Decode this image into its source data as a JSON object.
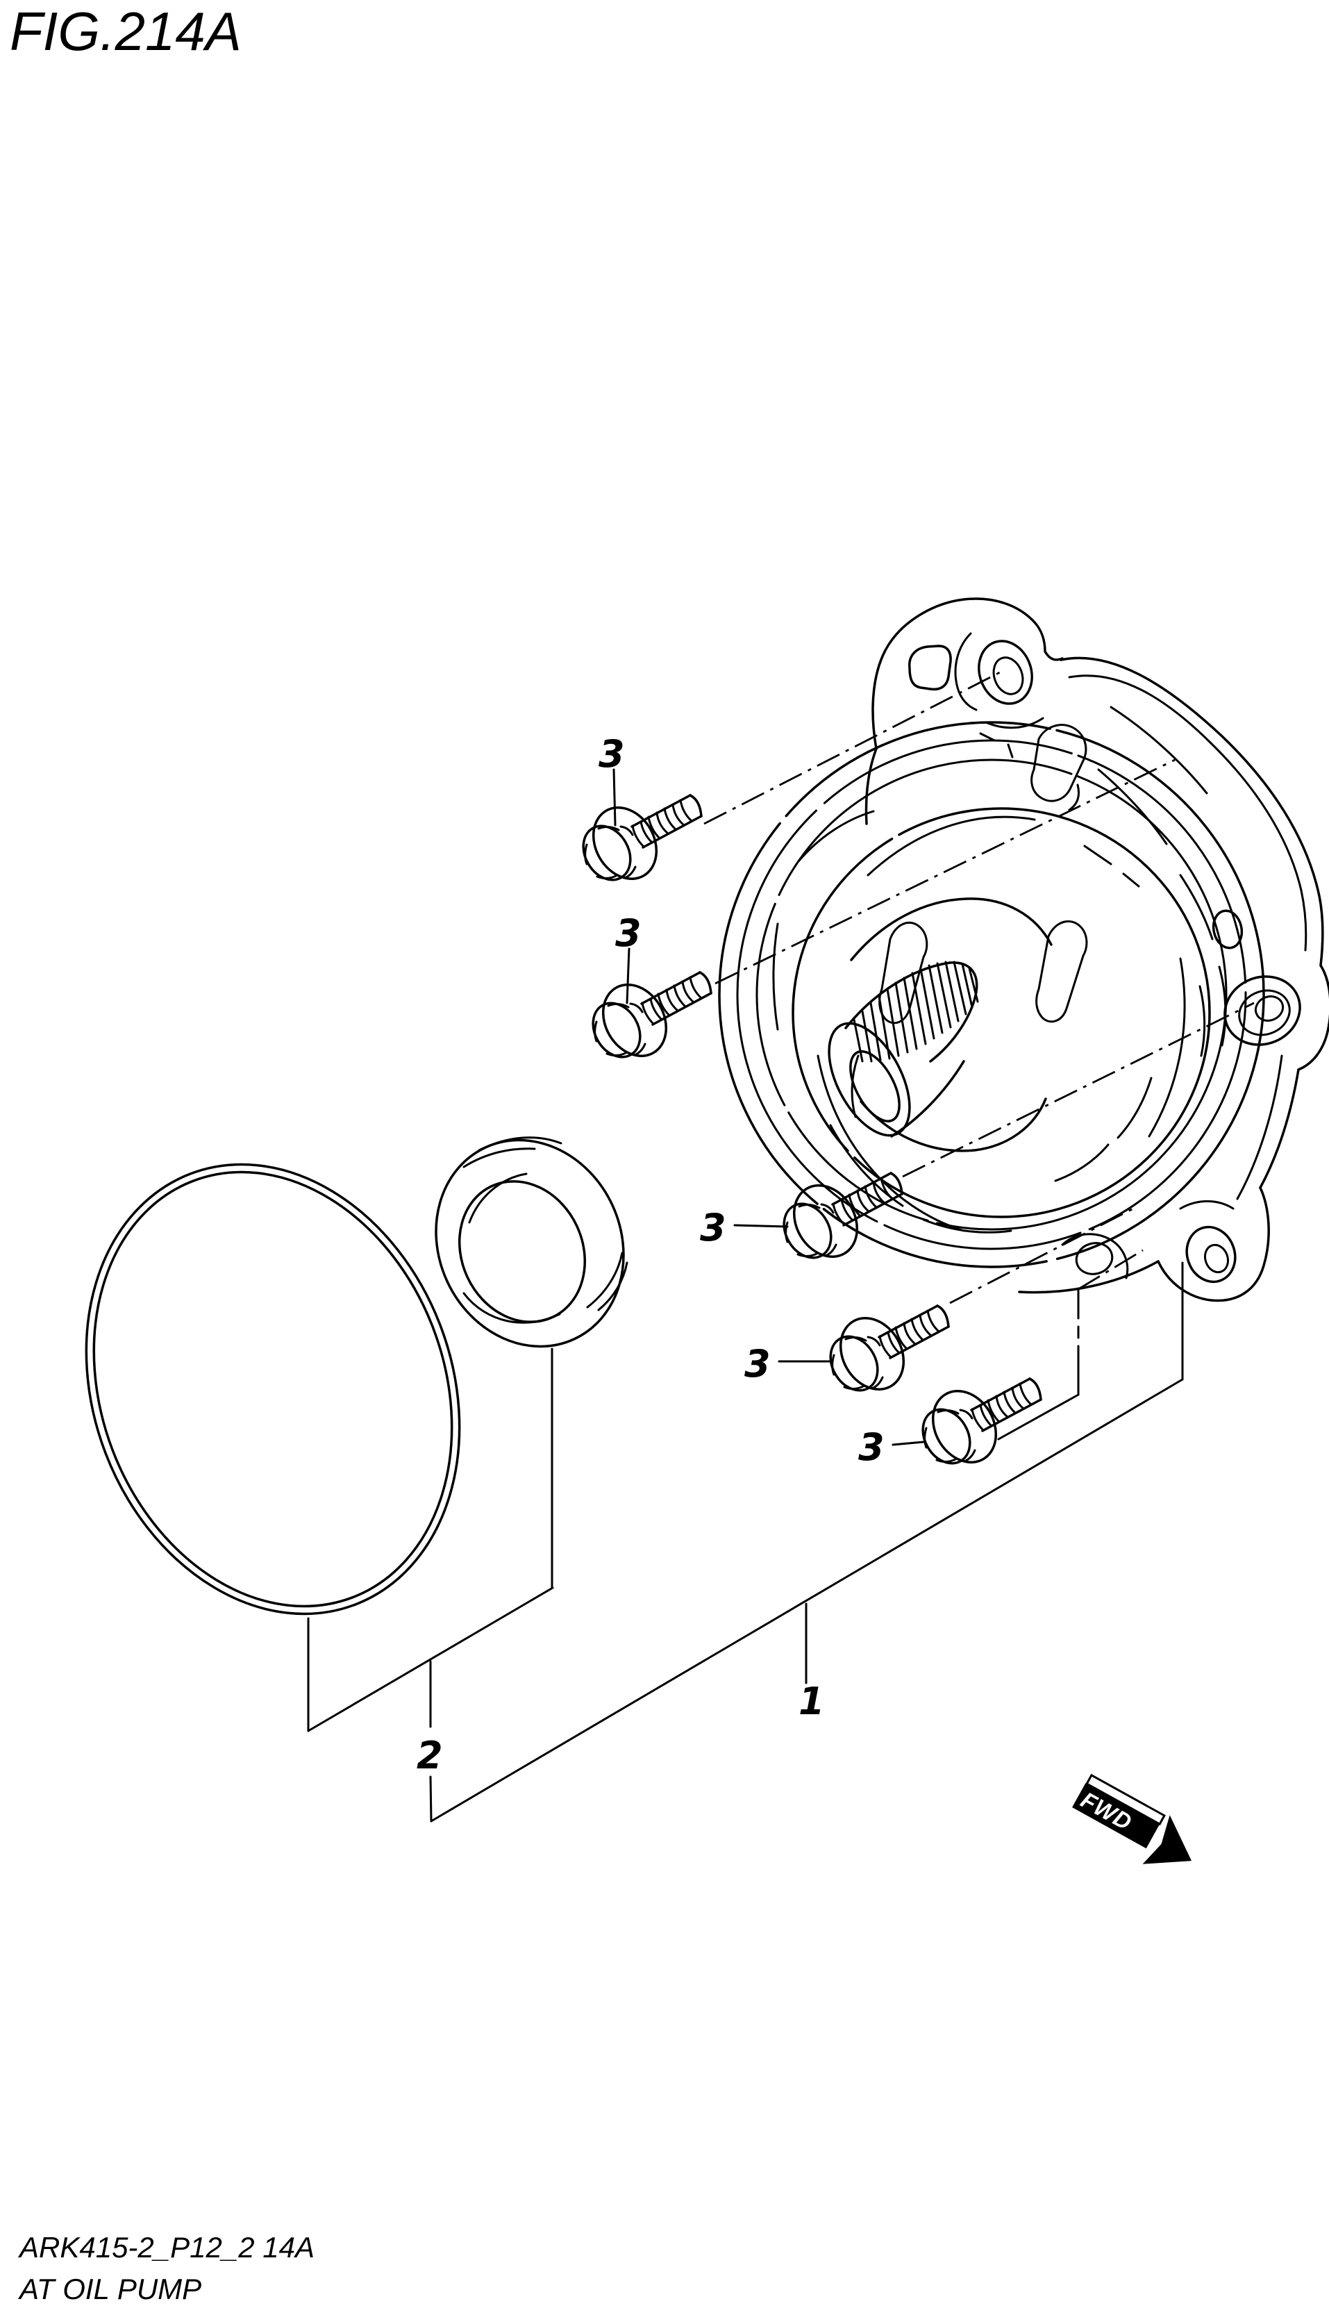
{
  "figure": {
    "title": "FIG.214A"
  },
  "footer": {
    "code": "ARK415-2_P12_2 14A",
    "name": "AT OIL PUMP"
  },
  "direction_marker": {
    "label": "FWD"
  },
  "labels": {
    "part_1": "1",
    "part_2": "2",
    "part_3": "3"
  },
  "diagram": {
    "type": "exploded-parts-view",
    "subject": "automatic transmission oil pump",
    "callout_instances": [
      "3",
      "3",
      "3",
      "3",
      "3",
      "1",
      "2"
    ],
    "colors": {
      "line": "#000000",
      "background": "#ffffff"
    }
  }
}
